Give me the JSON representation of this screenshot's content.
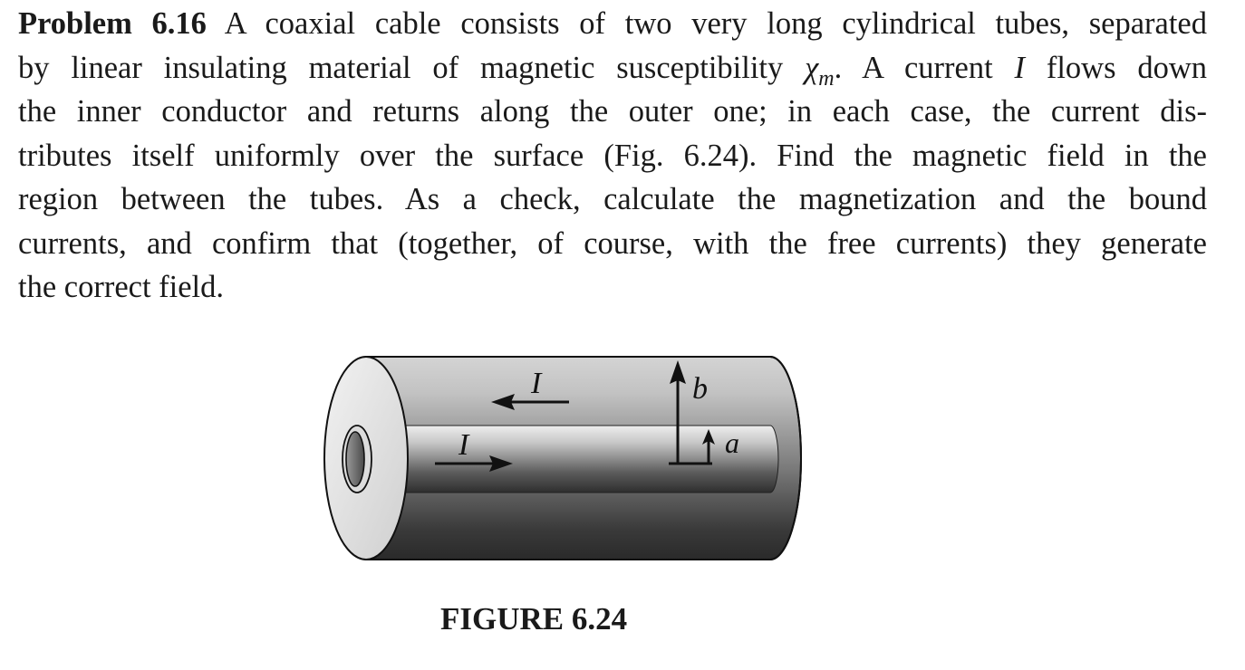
{
  "problem": {
    "heading": "Problem 6.16",
    "line1_rest": " A coaxial cable consists of two very long cylindrical tubes, separated",
    "line2_pre": "by linear insulating material of magnetic susceptibility ",
    "chi_symbol": "χ",
    "chi_subscript": "m",
    "line2_mid": ". A current ",
    "current_symbol": "I",
    "line2_post": " flows down",
    "line3": "the inner conductor and returns along the outer one; in each case, the current dis-",
    "line4": "tributes itself uniformly over the surface (Fig. 6.24). Find the magnetic field in the",
    "line5": "region between the tubes. As a check, calculate the magnetization and the bound",
    "line6": "currents, and confirm that (together, of course, with the free currents) they generate",
    "line7": "the correct field."
  },
  "figure": {
    "label_outer_current": "I",
    "label_inner_current": "I",
    "label_outer_radius": "b",
    "label_inner_radius": "a",
    "caption": "FIGURE 6.24"
  }
}
